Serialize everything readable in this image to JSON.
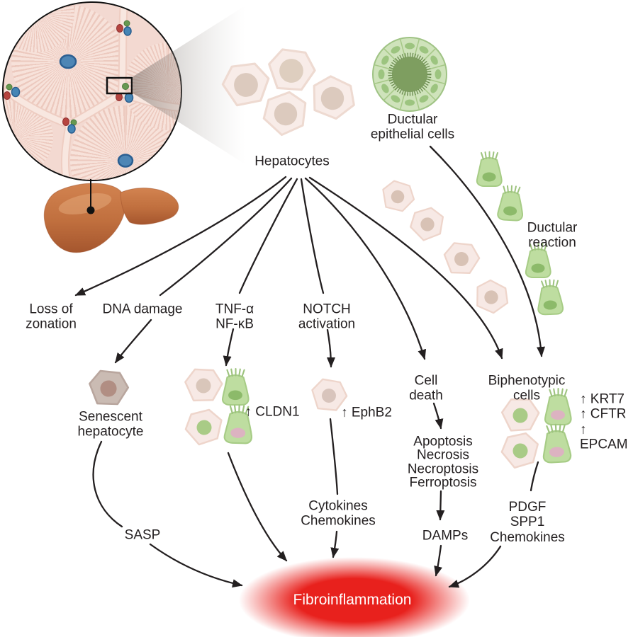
{
  "nodes": {
    "hepatocytes": {
      "label": "Hepatocytes"
    },
    "ductular_epithelial_cells": {
      "label": "Ductular\nepithelial cells"
    },
    "ductular_reaction": {
      "label": "Ductular reaction"
    },
    "loss_of_zonation": {
      "label": "Loss of\nzonation"
    },
    "dna_damage": {
      "label": "DNA damage"
    },
    "tnf_nfkb": {
      "label": "TNF-α\nNF-κB"
    },
    "notch_activation": {
      "label": "NOTCH\nactivation"
    },
    "cell_death": {
      "label": "Cell\ndeath"
    },
    "biphenotypic_cells": {
      "label": "Biphenotypic\ncells"
    },
    "senescent_hepatocyte": {
      "label": "Senescent\nhepatocyte"
    },
    "cldn1": {
      "label": "↑ CLDN1"
    },
    "ephb2": {
      "label": "↑ EphB2"
    },
    "biphenotypic_markers": {
      "label": "↑ KRT7\n↑ CFTR\n↑ EPCAM"
    },
    "death_modes": {
      "label": "Apoptosis\nNecrosis\nNecroptosis\nFerroptosis"
    },
    "cytokines": {
      "label": "Cytokines\nChemokines"
    },
    "damps": {
      "label": "DAMPs"
    },
    "sasp": {
      "label": "SASP"
    },
    "pdgf_spp1_chemokines": {
      "label": "PDGF\nSPP1\nChemokines"
    },
    "fibroinflammation": {
      "label": "Fibroinflammation"
    }
  },
  "colors": {
    "accent_red": "#e8211d",
    "arrow_black": "#231f20",
    "hepatocyte_pink": "#f7e9e5",
    "ductular_green": "#bedda0",
    "nucleus_tan": "#d9c6ba",
    "nucleus_green": "#a9cb86",
    "nucleus_pink": "#dcb3c1",
    "senescent_gray": "#cabbb3",
    "liver_brown": "#c4703d",
    "central_vein_blue": "#4e86b5",
    "portal_red": "#b5443f",
    "portal_green": "#679851"
  }
}
